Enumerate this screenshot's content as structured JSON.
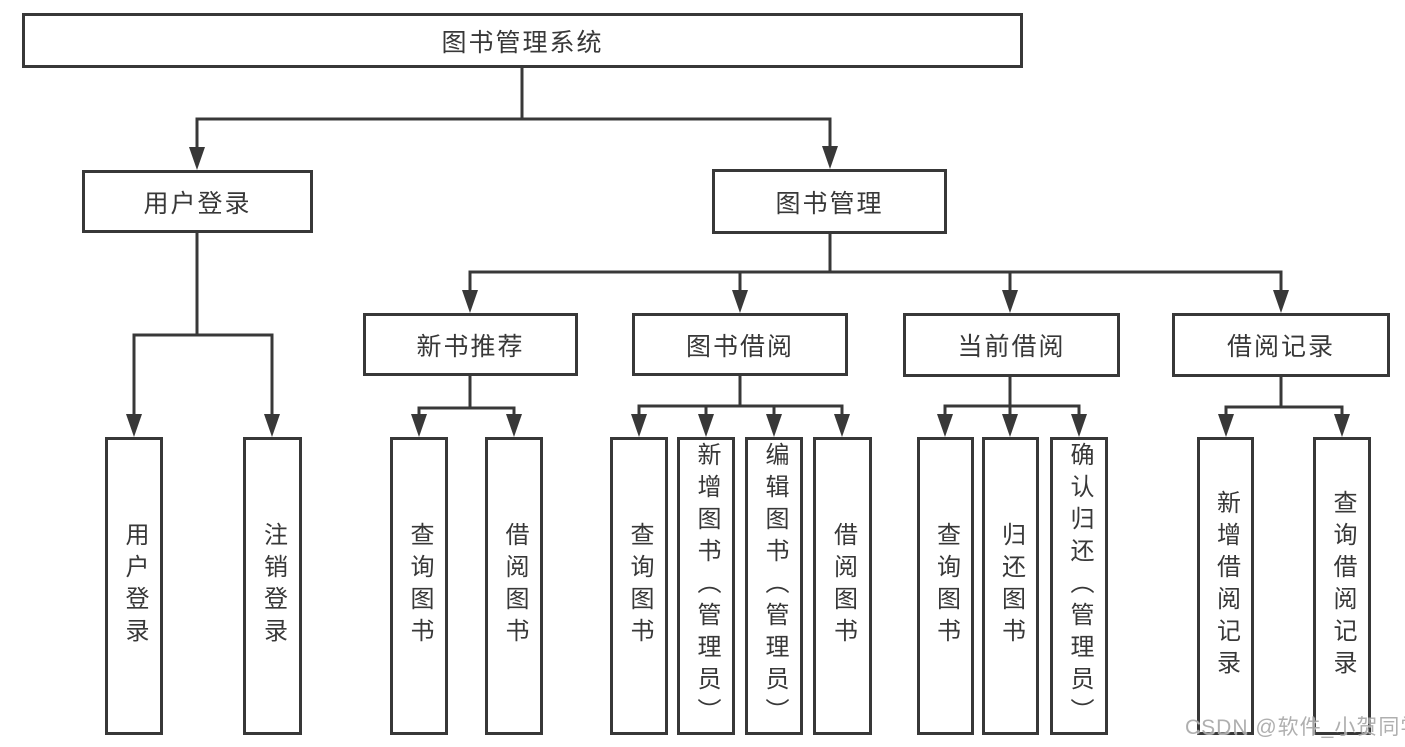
{
  "diagram": {
    "root": {
      "label": "图书管理系统"
    },
    "branches": [
      {
        "label": "用户登录",
        "children": [
          {
            "label": "用户登录"
          },
          {
            "label": "注销登录"
          }
        ]
      },
      {
        "label": "图书管理",
        "children": [
          {
            "label": "新书推荐",
            "children": [
              {
                "label": "查询图书"
              },
              {
                "label": "借阅图书"
              }
            ]
          },
          {
            "label": "图书借阅",
            "children": [
              {
                "label": "查询图书"
              },
              {
                "label": "新增图书（管理员）"
              },
              {
                "label": "编辑图书（管理员）"
              },
              {
                "label": "借阅图书"
              }
            ]
          },
          {
            "label": "当前借阅",
            "children": [
              {
                "label": "查询图书"
              },
              {
                "label": "归还图书"
              },
              {
                "label": "确认归还（管理员）"
              }
            ]
          },
          {
            "label": "借阅记录",
            "children": [
              {
                "label": "新增借阅记录"
              },
              {
                "label": "查询借阅记录"
              }
            ]
          }
        ]
      }
    ]
  },
  "colors": {
    "line": "#383838",
    "text": "#383838",
    "watermark": "#a9a9a9",
    "background": "#ffffff"
  },
  "watermark": "CSDN @软件_小贺同学"
}
